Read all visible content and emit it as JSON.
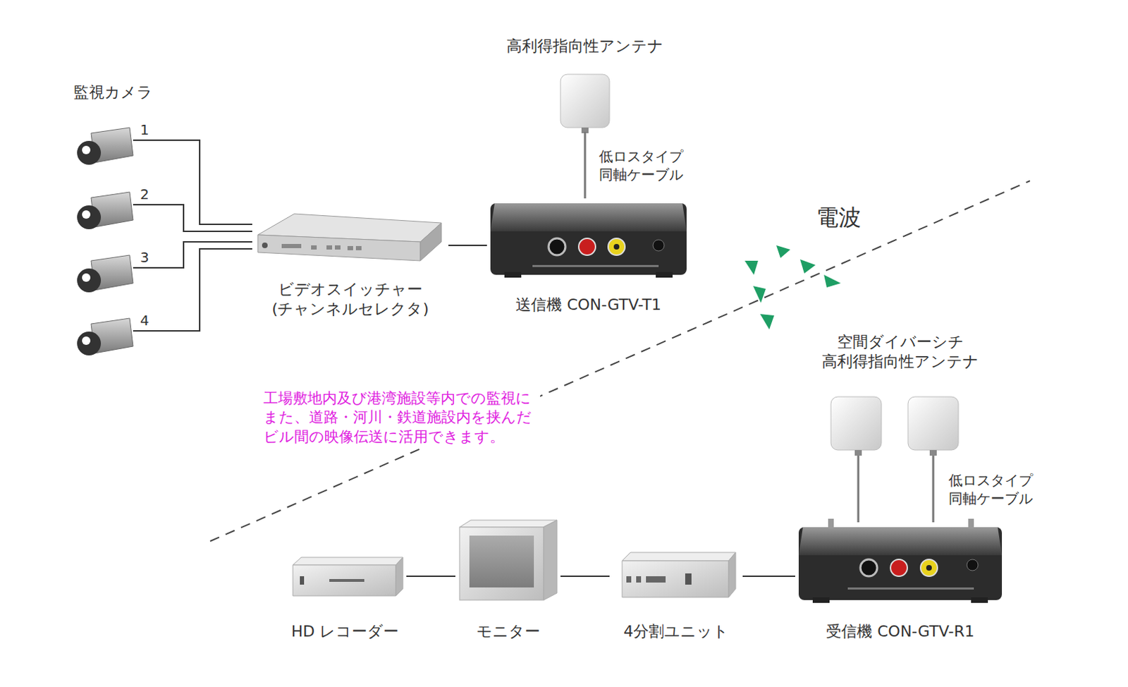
{
  "diagram": {
    "nodes": [
      {
        "text": [
          "1"
        ]
      },
      {
        "text": [
          "2"
        ]
      },
      {
        "text": [
          "3"
        ]
      },
      {
        "text": [
          "4"
        ]
      },
      {
        "text": [
          "ビデオスイッチャー",
          "(チャンネルセレクタ)"
        ]
      },
      {
        "text": [
          "送信機 CON-GTV-T1"
        ]
      },
      {
        "text": [
          "高利得指向性アンテナ"
        ]
      },
      {
        "text": [
          "受信機 CON-GTV-R1"
        ]
      },
      {
        "text": [
          "空間ダイバーシチ",
          "高利得指向性アンテナ"
        ]
      },
      {
        "text": [
          "4分割ユニット"
        ]
      },
      {
        "text": [
          "モニター"
        ]
      },
      {
        "text": [
          "HD レコーダー"
        ]
      }
    ],
    "edges": [
      {
        "from": 0,
        "to": 4,
        "arrow": "none"
      },
      {
        "from": 1,
        "to": 4,
        "arrow": "none"
      },
      {
        "from": 2,
        "to": 4,
        "arrow": "none"
      },
      {
        "from": 3,
        "to": 4,
        "arrow": "none"
      },
      {
        "from": 4,
        "to": 5,
        "arrow": "none"
      },
      {
        "from": 6,
        "to": 5,
        "arrow": "none",
        "label": "低ロスタイプ 同軸ケーブル"
      },
      {
        "from": 8,
        "to": 7,
        "arrow": "none"
      },
      {
        "from": 8,
        "to": 7,
        "arrow": "none",
        "label": "低ロスタイプ 同軸ケーブル"
      },
      {
        "from": 7,
        "to": 9,
        "arrow": "none"
      },
      {
        "from": 9,
        "to": 10,
        "arrow": "none"
      },
      {
        "from": 10,
        "to": 11,
        "arrow": "none"
      }
    ],
    "labels": [
      "監視カメラ",
      "電波",
      "工場敷地内及び港湾施設等内での監視に また、道路・河川・鉄道施設内を挟んだ ビル間の映像伝送に活用できます。"
    ]
  }
}
